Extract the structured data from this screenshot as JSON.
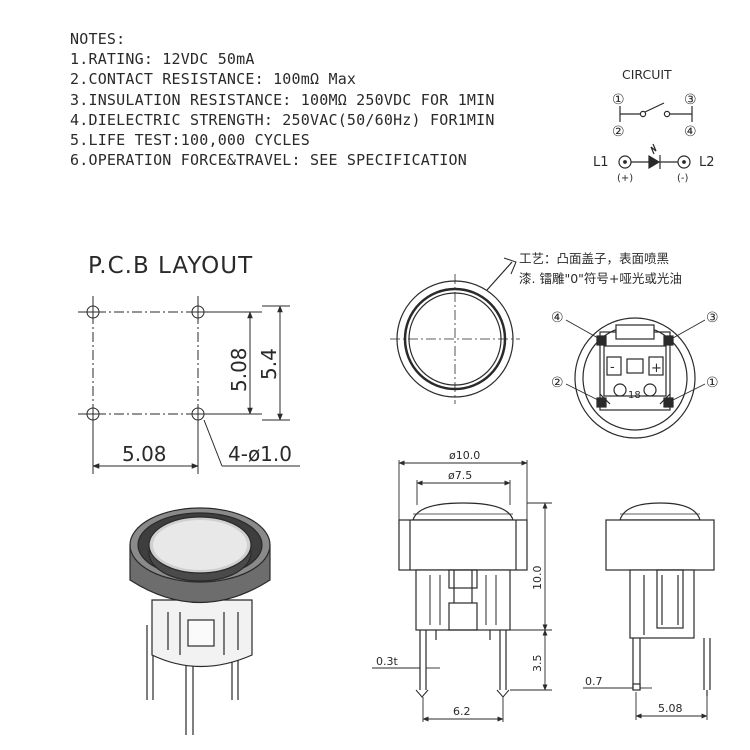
{
  "notes": {
    "heading": "NOTES:",
    "items": [
      "1.RATING:  12VDC  50mA",
      "2.CONTACT  RESISTANCE:  100mΩ  Max",
      "3.INSULATION  RESISTANCE:  100MΩ  250VDC  FOR  1MIN",
      "4.DIELECTRIC  STRENGTH:  250VAC(50/60Hz)  FOR1MIN",
      "5.LIFE  TEST:100,000  CYCLES",
      "6.OPERATION  FORCE&TRAVEL:  SEE  SPECIFICATION"
    ]
  },
  "circuit": {
    "title": "CIRCUIT",
    "pins": [
      "①",
      "②",
      "③",
      "④"
    ],
    "led_left": "L1",
    "led_right": "L2",
    "led_left_polarity": "(+)",
    "led_right_polarity": "(-)"
  },
  "pcb": {
    "title": "P.C.B  LAYOUT",
    "dim_vertical_inner": "5.08",
    "dim_vertical_outer": "5.4",
    "dim_horizontal": "5.08",
    "hole_callout": "4-ø1.0"
  },
  "top_view": {
    "note_line1": "工艺：凸面盖子，表面喷黑",
    "note_line2": "漆. 镭雕\"0\"符号+哑光或光油",
    "pins": [
      "④",
      "③",
      "②",
      "①"
    ],
    "minus": "-",
    "plus": "+",
    "code": "18"
  },
  "front_view": {
    "dim_outer_width": "ø10.0",
    "dim_cap_width": "ø7.5",
    "dim_height": "10.0",
    "dim_pin_length": "3.5",
    "dim_pin_thickness": "0.3t",
    "dim_pin_spacing": "6.2"
  },
  "side_view": {
    "dim_pin_width": "0.7",
    "dim_pin_spacing": "5.08"
  }
}
